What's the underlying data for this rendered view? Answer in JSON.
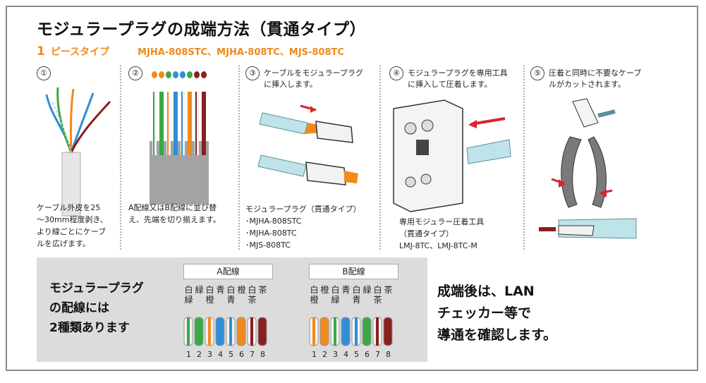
{
  "title": "モジュラープラグの成端方法（貫通タイプ）",
  "subtitle": {
    "number": "1",
    "type": "ピースタイプ",
    "models": "MJHA-808STC、MJHA-808TC、MJS-808TC"
  },
  "steps": [
    {
      "num": "①",
      "caption": [
        "ケーブル外皮を25",
        "〜30mm程度剥き、",
        "より線ごとにケーブ",
        "ルを広げます。"
      ]
    },
    {
      "num": "②",
      "caption": [
        "A配線又はB配線に並び替",
        "え、先端を切り揃えます。"
      ]
    },
    {
      "num": "③",
      "top": [
        "ケーブルをモジュラープラグ",
        "に挿入します。"
      ],
      "products": [
        "モジュラープラグ（貫通タイプ）",
        "･MJHA-808STC",
        "･MJHA-808TC",
        "･MJS-808TC"
      ]
    },
    {
      "num": "④",
      "top": [
        "モジュラープラグを専用工具",
        "に挿入して圧着します。"
      ],
      "products": [
        "専用モジュラー圧着工具",
        "（貫通タイプ）",
        "LMJ-8TC、LMJ-8TC-M"
      ]
    },
    {
      "num": "⑤",
      "top": [
        "圧着と同時に不要なケーブ",
        "ルがカットされます。"
      ]
    }
  ],
  "wiring_intro": [
    "モジュラープラグ",
    "の配線には",
    "2種類あります"
  ],
  "wiring": [
    {
      "label": "A配線",
      "colors": [
        [
          "白",
          "緑"
        ],
        [
          "緑",
          ""
        ],
        [
          "白",
          "橙"
        ],
        [
          "青",
          ""
        ],
        [
          "白",
          "青"
        ],
        [
          "橙",
          ""
        ],
        [
          "白",
          "茶"
        ],
        [
          "茶",
          ""
        ]
      ]
    },
    {
      "label": "B配線",
      "colors": [
        [
          "白",
          "橙"
        ],
        [
          "橙",
          ""
        ],
        [
          "白",
          "緑"
        ],
        [
          "青",
          ""
        ],
        [
          "白",
          "青"
        ],
        [
          "緑",
          ""
        ],
        [
          "白",
          "茶"
        ],
        [
          "茶",
          ""
        ]
      ]
    }
  ],
  "wire_numbers": [
    "1",
    "2",
    "3",
    "4",
    "5",
    "6",
    "7",
    "8"
  ],
  "conclusion": [
    "成端後は、LAN",
    "チェッカー等で",
    "導通を確認します。"
  ],
  "palette": {
    "accent": "#f08a1c",
    "green": "#3aa845",
    "orange": "#f08a1c",
    "blue": "#2e8fd8",
    "brown": "#8b1e1e",
    "panel": "#dcdcdc",
    "cable": "#bfe3ea"
  }
}
